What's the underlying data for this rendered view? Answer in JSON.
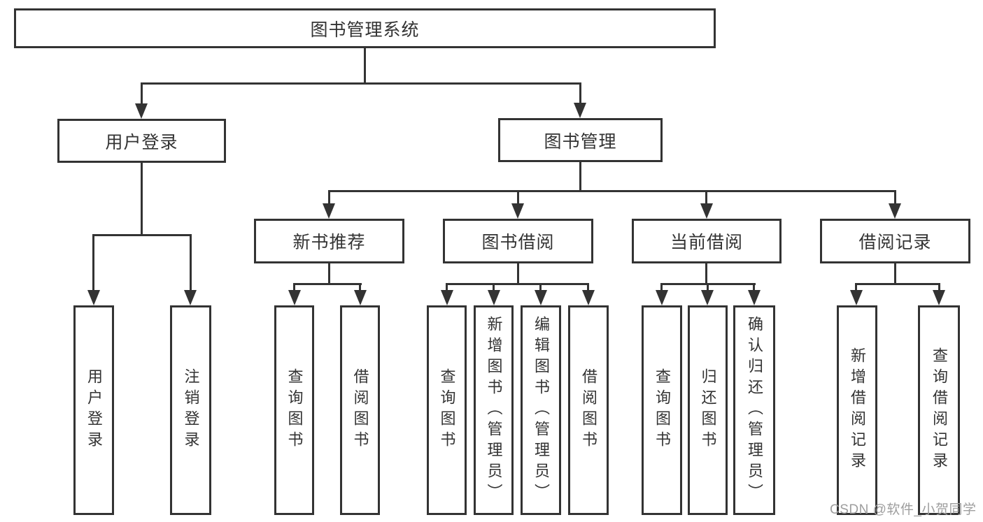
{
  "diagram": {
    "root_label": "图书管理系统",
    "user_login": {
      "label": "用户登录",
      "children": [
        "用户登录",
        "注销登录"
      ]
    },
    "book_mgmt": {
      "label": "图书管理",
      "sections": [
        {
          "label": "新书推荐",
          "children": [
            "查询图书",
            "借阅图书"
          ]
        },
        {
          "label": "图书借阅",
          "children": [
            "查询图书",
            "新增图书（管理员）",
            "编辑图书（管理员）",
            "借阅图书"
          ]
        },
        {
          "label": "当前借阅",
          "children": [
            "查询图书",
            "归还图书",
            "确认归还（管理员）"
          ]
        },
        {
          "label": "借阅记录",
          "children": [
            "新增借阅记录",
            "查询借阅记录"
          ]
        }
      ]
    }
  },
  "watermark": "CSDN @软件_小贺同学",
  "colors": {
    "line": "#333333",
    "text": "#333333",
    "watermark": "#9e9e9e",
    "background": "#ffffff"
  }
}
